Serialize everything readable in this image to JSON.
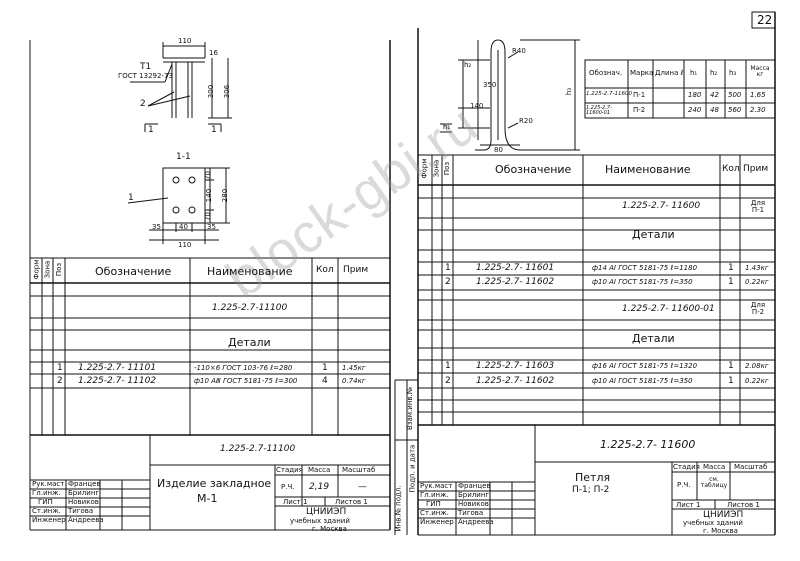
{
  "page_number": "22",
  "watermark": "block-gbi.ru",
  "left": {
    "drawing": {
      "view_mark": "Т1",
      "gost_note": "ГОСТ 13292-73",
      "dims_top": [
        "110",
        "16",
        "300",
        "306"
      ],
      "callout_2": "2",
      "section_mark": "1",
      "section_title": "1-1",
      "callout_1": "1",
      "dims_section": [
        "70",
        "140",
        "70",
        "280"
      ],
      "dims_bottom": [
        "35",
        "40",
        "35",
        "110"
      ]
    },
    "spec": {
      "side_headers": [
        "Форм",
        "Зона",
        "Поз"
      ],
      "headers": {
        "designation": "Обозначение",
        "name": "Наименование",
        "qty": "Кол",
        "note": "Прим"
      },
      "doc_row": "1.225-2.7-11100",
      "section_label": "Детали",
      "rows": [
        {
          "pos": "1",
          "designation": "1.225-2.7- 11101",
          "name": "-110×6 ГОСТ 103-76 ℓ=280",
          "qty": "1",
          "note": "1.45кг"
        },
        {
          "pos": "2",
          "designation": "1.225-2.7- 11102",
          "name": "ф10 АⅢ ГОСТ 5181-75 ℓ=300",
          "qty": "4",
          "note": "0.74кг"
        }
      ]
    },
    "title_block": {
      "doc_code": "1.225-2.7-11100",
      "title": "Изделие закладное",
      "subtitle": "М-1",
      "stage_header": "Стадия",
      "mass_header": "Масса",
      "scale_header": "Масштаб",
      "stage": "Р.Ч.",
      "mass": "2,19",
      "scale": "—",
      "sheet": "Лист 1",
      "sheets": "Листов 1",
      "org1": "ЦНИИЭП",
      "org2": "учебных зданий",
      "org3": "г. Москва",
      "people": [
        {
          "role": "Рук.маст",
          "name": "Францев"
        },
        {
          "role": "Гл.инж.",
          "name": "Брилинг"
        },
        {
          "role": "ГИП",
          "name": "Новиков"
        },
        {
          "role": "Ст.инж.",
          "name": "Тигова"
        },
        {
          "role": "Инженер",
          "name": "Андреева"
        }
      ]
    }
  },
  "right": {
    "drawing": {
      "dims": [
        "R40",
        "350",
        "h₂",
        "140",
        "h₁",
        "R20",
        "h₃",
        "80"
      ]
    },
    "loop_table": {
      "headers": [
        "Обознач.",
        "Марка",
        "Длина ℓ",
        "h₁",
        "h₂",
        "h₃",
        "Масса кг"
      ],
      "rows": [
        [
          "1.225-2.7-11600",
          "П-1",
          "",
          "180",
          "42",
          "500",
          "1.65"
        ],
        [
          "1.225-2.7-11600-01",
          "П-2",
          "",
          "240",
          "48",
          "560",
          "2.30"
        ]
      ]
    },
    "spec": {
      "side_headers": [
        "Форм",
        "Зона",
        "Поз"
      ],
      "headers": {
        "designation": "Обозначение",
        "name": "Наименование",
        "qty": "Кол",
        "note": "Прим"
      },
      "doc_row1": "1.225-2.7- 11600",
      "note1": "Для П-1",
      "section_label1": "Детали",
      "rows1": [
        {
          "pos": "1",
          "designation": "1.225-2.7- 11601",
          "name": "ф14 АⅠ ГОСТ 5181-75 ℓ=1180",
          "qty": "1",
          "note": "1.43кг"
        },
        {
          "pos": "2",
          "designation": "1.225-2.7- 11602",
          "name": "ф10 АⅠ ГОСТ 5181-75 ℓ=350",
          "qty": "1",
          "note": "0.22кг"
        }
      ],
      "doc_row2": "1.225-2.7- 11600-01",
      "note2": "Для П-2",
      "section_label2": "Детали",
      "rows2": [
        {
          "pos": "1",
          "designation": "1.225-2.7- 11603",
          "name": "ф16 АⅠ ГОСТ 5181-75 ℓ=1320",
          "qty": "1",
          "note": "2.08кг"
        },
        {
          "pos": "2",
          "designation": "1.225-2.7- 11602",
          "name": "ф10 АⅠ ГОСТ 5181-75 ℓ=350",
          "qty": "1",
          "note": "0.22кг"
        }
      ]
    },
    "side_stamp": [
      "Инв.№ подл.",
      "Подп. и дата",
      "Взам.инв.№"
    ],
    "title_block": {
      "doc_code": "1.225-2.7- 11600",
      "title": "Петля",
      "subtitle": "П-1; П-2",
      "stage_header": "Стадия",
      "mass_header": "Масса",
      "scale_header": "Масштаб",
      "stage": "Р.Ч.",
      "mass": "см. таблицу",
      "sheet": "Лист 1",
      "sheets": "Листов 1",
      "org1": "ЦНИИЭП",
      "org2": "учебных зданий",
      "org3": "г. Москва",
      "people": [
        {
          "role": "Рук.маст",
          "name": "Францев"
        },
        {
          "role": "Гл.инж.",
          "name": "Брилинг"
        },
        {
          "role": "ГИП",
          "name": "Новиков"
        },
        {
          "role": "Ст.инж.",
          "name": "Тигова"
        },
        {
          "role": "Инженер",
          "name": "Андреева"
        }
      ]
    }
  }
}
